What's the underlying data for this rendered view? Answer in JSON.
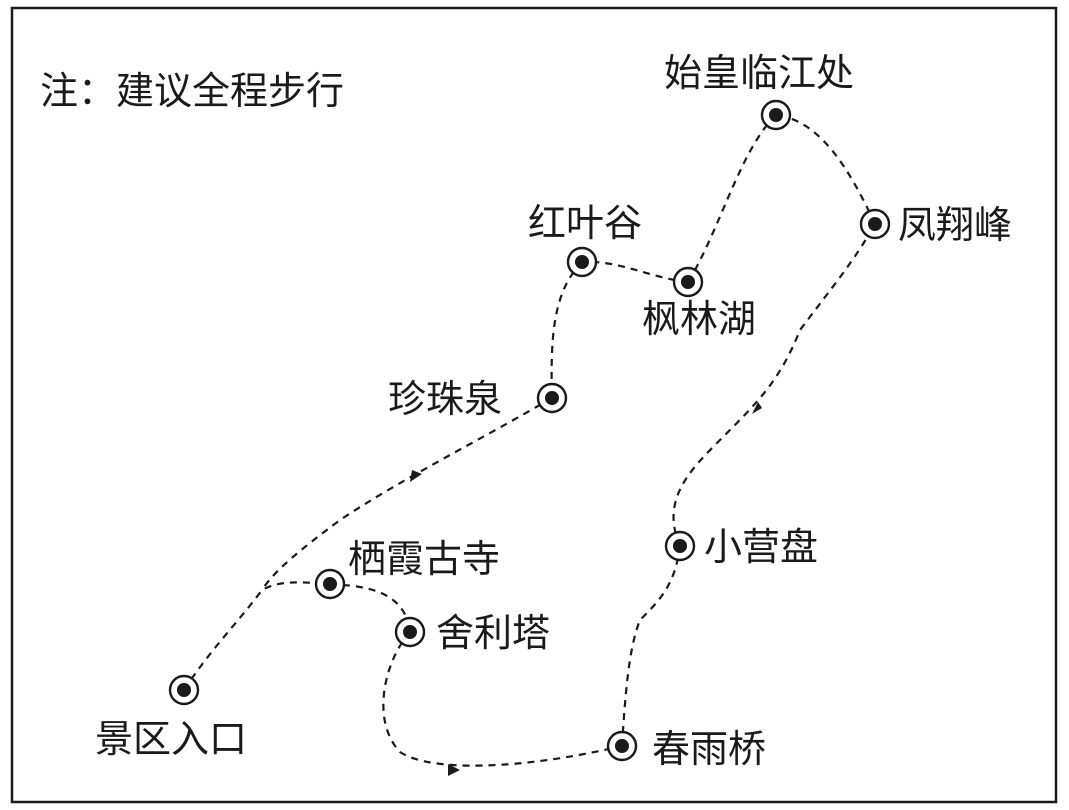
{
  "note": "注：建议全程步行",
  "places": {
    "entrance": "景区入口",
    "qixia_temple": "栖霞古寺",
    "sheli_pagoda": "舍利塔",
    "zhenzhu_spring": "珍珠泉",
    "hongye_valley": "红叶谷",
    "fenglin_lake": "枫林湖",
    "shihuang_riverside": "始皇临江处",
    "fengxiang_peak": "凤翔峰",
    "xiaoying_pan": "小营盘",
    "chunyu_bridge": "春雨桥"
  },
  "colors": {
    "ink": "#1a1a1a",
    "background": "#ffffff"
  },
  "route_style": "dashed"
}
